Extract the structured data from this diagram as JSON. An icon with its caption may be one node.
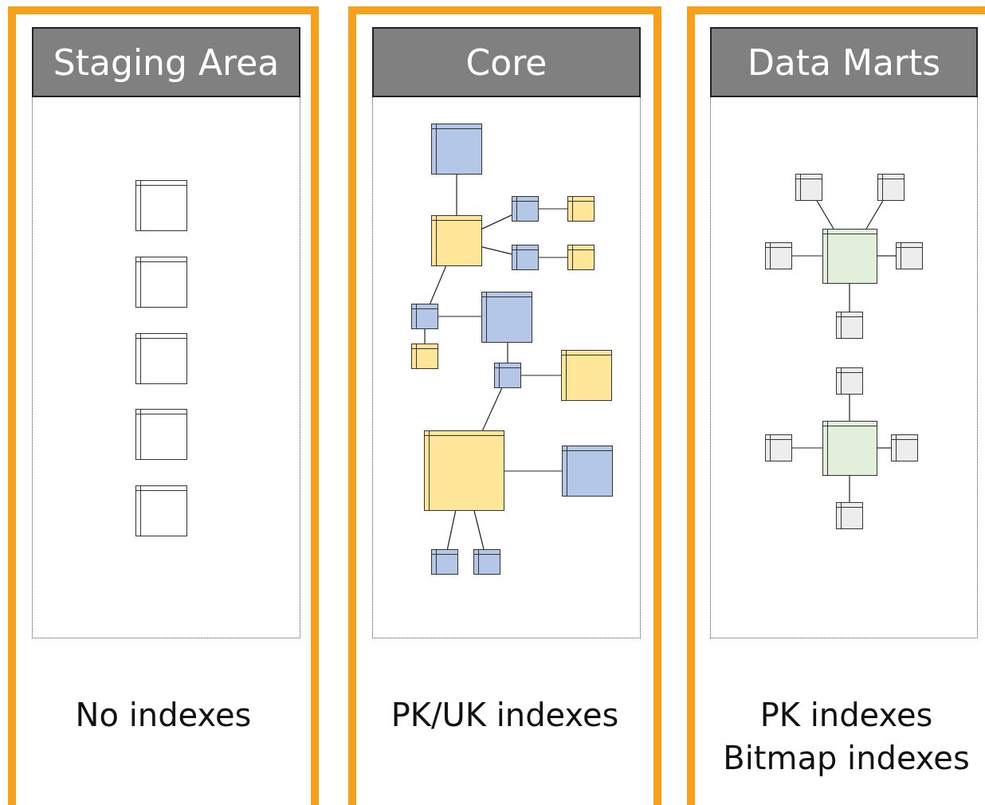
{
  "diagram": {
    "nodes": [
      {
        "text": [
          "No indexes"
        ]
      },
      {
        "text": [
          "Staging Area"
        ],
        "in": 0
      },
      {
        "text": [],
        "shape": "box",
        "in": 0
      },
      {
        "text": [],
        "shape": "box",
        "in": 2
      },
      {
        "text": [],
        "shape": "box",
        "in": 2
      },
      {
        "text": [],
        "shape": "box",
        "in": 2
      },
      {
        "text": [],
        "shape": "box",
        "in": 2
      },
      {
        "text": [],
        "shape": "box",
        "in": 2
      },
      {
        "text": [
          "PK/UK indexes"
        ]
      },
      {
        "text": [
          "Core"
        ],
        "in": 8
      },
      {
        "text": [],
        "shape": "box",
        "in": 8
      },
      {
        "text": [],
        "shape": "box",
        "in": 10
      },
      {
        "text": [],
        "shape": "box",
        "in": 10
      },
      {
        "text": [],
        "shape": "box",
        "in": 10
      },
      {
        "text": [],
        "shape": "box",
        "in": 10
      },
      {
        "text": [],
        "shape": "box",
        "in": 10
      },
      {
        "text": [],
        "shape": "box",
        "in": 10
      },
      {
        "text": [],
        "shape": "box",
        "in": 10
      },
      {
        "text": [],
        "shape": "box",
        "in": 10
      },
      {
        "text": [],
        "shape": "box",
        "in": 10
      },
      {
        "text": [],
        "shape": "box",
        "in": 10
      },
      {
        "text": [],
        "shape": "box",
        "in": 10
      },
      {
        "text": [],
        "shape": "box",
        "in": 10
      },
      {
        "text": [],
        "shape": "box",
        "in": 10
      },
      {
        "text": [],
        "shape": "box",
        "in": 10
      },
      {
        "text": [],
        "shape": "box",
        "in": 10
      },
      {
        "text": [
          "PK indexes",
          "Bitmap indexes"
        ]
      },
      {
        "text": [
          "Data Marts"
        ],
        "in": 26
      },
      {
        "text": [],
        "shape": "box",
        "in": 26
      },
      {
        "text": [],
        "shape": "box",
        "in": 28
      },
      {
        "text": [],
        "shape": "box",
        "in": 28
      },
      {
        "text": [],
        "shape": "box",
        "in": 28
      },
      {
        "text": [],
        "shape": "box",
        "in": 28
      },
      {
        "text": [],
        "shape": "box",
        "in": 28
      },
      {
        "text": [],
        "shape": "box",
        "in": 28
      },
      {
        "text": [],
        "shape": "box",
        "in": 28
      },
      {
        "text": [],
        "shape": "box",
        "in": 28
      },
      {
        "text": [],
        "shape": "box",
        "in": 28
      },
      {
        "text": [],
        "shape": "box",
        "in": 28
      },
      {
        "text": [],
        "shape": "box",
        "in": 28
      }
    ],
    "edges": [
      {
        "from": 11,
        "to": 12,
        "arrow": "none"
      },
      {
        "from": 12,
        "to": 13,
        "arrow": "none"
      },
      {
        "from": 12,
        "to": 15,
        "arrow": "none"
      },
      {
        "from": 13,
        "to": 14,
        "arrow": "none"
      },
      {
        "from": 15,
        "to": 16,
        "arrow": "none"
      },
      {
        "from": 12,
        "to": 18,
        "arrow": "none"
      },
      {
        "from": 18,
        "to": 17,
        "arrow": "none"
      },
      {
        "from": 18,
        "to": 19,
        "arrow": "none"
      },
      {
        "from": 17,
        "to": 21,
        "arrow": "none"
      },
      {
        "from": 21,
        "to": 20,
        "arrow": "none"
      },
      {
        "from": 21,
        "to": 22,
        "arrow": "none"
      },
      {
        "from": 22,
        "to": 23,
        "arrow": "none"
      },
      {
        "from": 22,
        "to": 24,
        "arrow": "none"
      },
      {
        "from": 22,
        "to": 25,
        "arrow": "none"
      },
      {
        "from": 29,
        "to": 32,
        "arrow": "none"
      },
      {
        "from": 30,
        "to": 32,
        "arrow": "none"
      },
      {
        "from": 31,
        "to": 32,
        "arrow": "none"
      },
      {
        "from": 33,
        "to": 32,
        "arrow": "none"
      },
      {
        "from": 32,
        "to": 34,
        "arrow": "none"
      },
      {
        "from": 35,
        "to": 37,
        "arrow": "none"
      },
      {
        "from": 36,
        "to": 37,
        "arrow": "none"
      },
      {
        "from": 37,
        "to": 38,
        "arrow": "none"
      },
      {
        "from": 37,
        "to": 39,
        "arrow": "none"
      }
    ]
  }
}
